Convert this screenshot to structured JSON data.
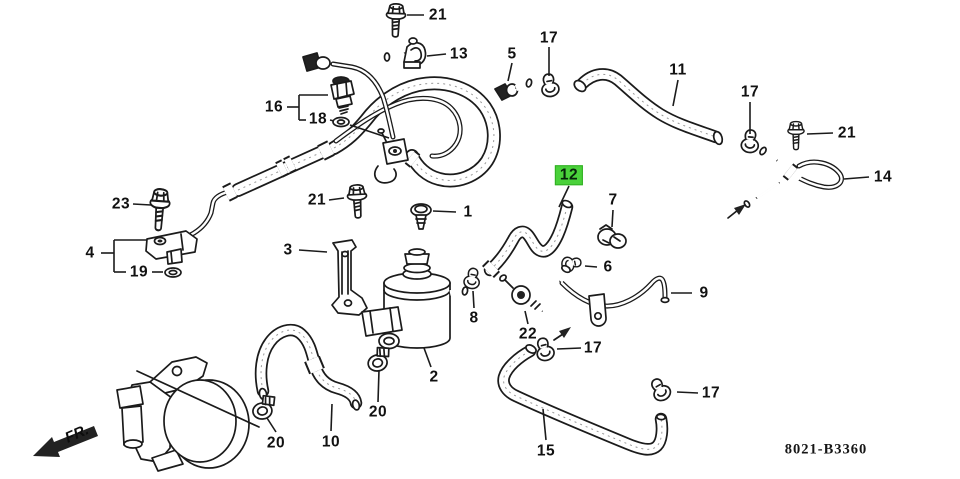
{
  "diagram": {
    "code": "8021-B3360",
    "fr_label": "FR.",
    "background": "#ffffff",
    "line_color": "#1b1b1b",
    "highlight_color": "#4ad13a"
  },
  "callouts": [
    {
      "text": "21"
    },
    {
      "text": "13"
    },
    {
      "text": "5"
    },
    {
      "text": "17"
    },
    {
      "text": "11"
    },
    {
      "text": "17"
    },
    {
      "text": "21"
    },
    {
      "text": "14"
    },
    {
      "text": "16"
    },
    {
      "text": "18"
    },
    {
      "text": "23"
    },
    {
      "text": "21"
    },
    {
      "text": "1"
    },
    {
      "text": "12",
      "highlighted": true
    },
    {
      "text": "7"
    },
    {
      "text": "6"
    },
    {
      "text": "9"
    },
    {
      "text": "4"
    },
    {
      "text": "19"
    },
    {
      "text": "3"
    },
    {
      "text": "8"
    },
    {
      "text": "2"
    },
    {
      "text": "22"
    },
    {
      "text": "17"
    },
    {
      "text": "17"
    },
    {
      "text": "20"
    },
    {
      "text": "20"
    },
    {
      "text": "10"
    },
    {
      "text": "15"
    }
  ]
}
